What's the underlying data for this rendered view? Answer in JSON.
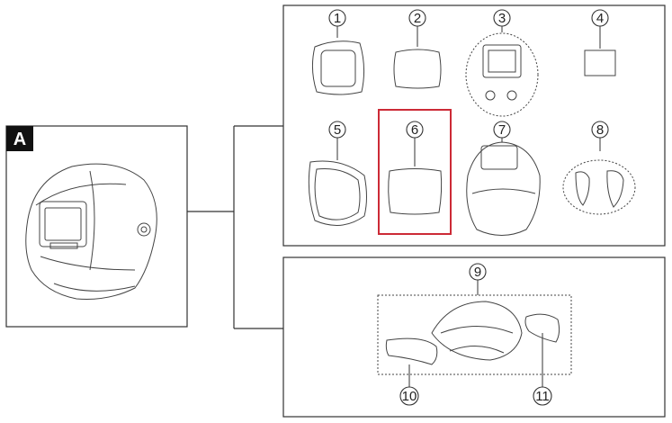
{
  "diagram": {
    "assembly_label": "A",
    "highlight_color": "#cc2a36",
    "parts": [
      {
        "number": "1"
      },
      {
        "number": "2"
      },
      {
        "number": "3"
      },
      {
        "number": "4"
      },
      {
        "number": "5"
      },
      {
        "number": "6"
      },
      {
        "number": "7"
      },
      {
        "number": "8"
      },
      {
        "number": "9"
      },
      {
        "number": "10"
      },
      {
        "number": "11"
      }
    ]
  }
}
